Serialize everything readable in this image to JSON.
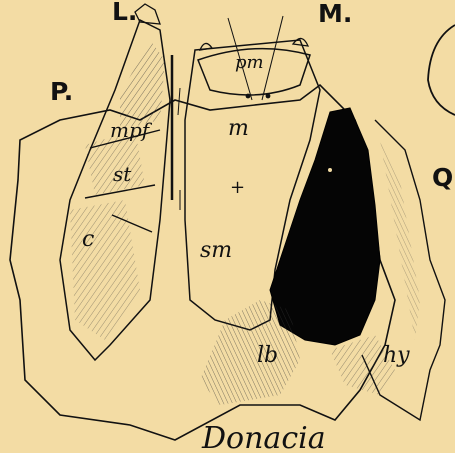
{
  "figure": {
    "caption": "Donacia",
    "view_labels": [
      "L.",
      "M.",
      "P.",
      "Q"
    ],
    "part_labels": [
      "pm",
      "m",
      "mpf",
      "st",
      "c",
      "sm",
      "lb",
      "hy"
    ],
    "plus_mark": "+"
  }
}
